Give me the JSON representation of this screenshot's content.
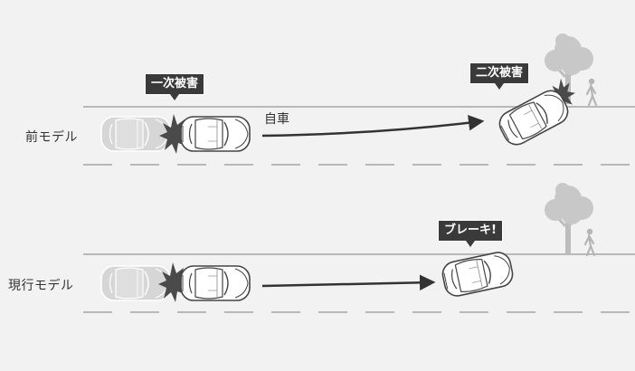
{
  "rows": {
    "top": {
      "label": "前モデル",
      "own_car_label": "自車",
      "first_impact": "一次被害",
      "second_impact": "二次被害"
    },
    "bottom": {
      "label": "現行モデル",
      "brake_callout": "ブレーキ!"
    }
  },
  "colors": {
    "background": "#f2f2f2",
    "road_line": "#b8b8b8",
    "arrow": "#333333",
    "callout_bg": "#3a3a3a",
    "ghost_car": "#d0d0d0",
    "tree": "#c4c4c4"
  },
  "icons": [
    "ghost-car-icon",
    "car-icon",
    "impact-burst-icon",
    "tree-icon",
    "pedestrian-icon",
    "arrow-icon"
  ]
}
